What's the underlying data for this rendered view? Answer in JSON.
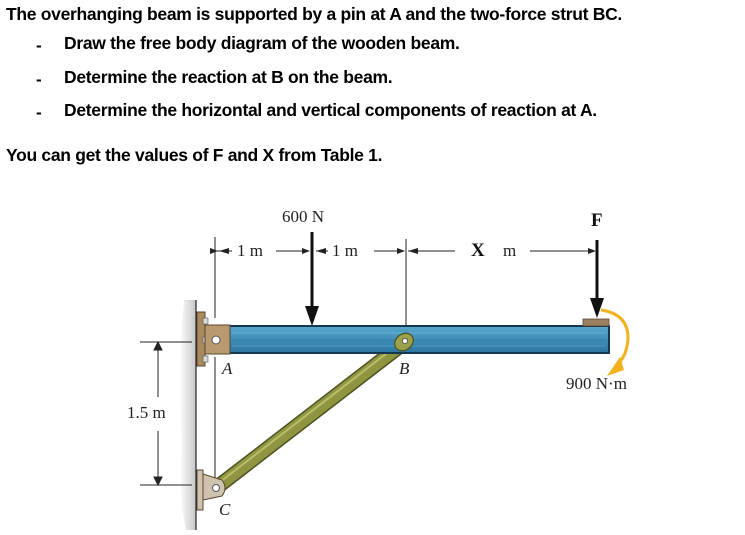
{
  "problem": {
    "intro": "The overhanging beam is supported by a pin at A and the two-force strut BC.",
    "tasks": [
      {
        "bullet": "-",
        "text": "Draw the free body diagram of the wooden beam."
      },
      {
        "bullet": "-",
        "text": "Determine the reaction at B on the beam."
      },
      {
        "bullet": "-",
        "text": "Determine the horizontal and vertical components of reaction at A."
      }
    ],
    "note": "You can get the values of F and X from Table 1."
  },
  "figure": {
    "load_600": "600 N",
    "load_F": "F",
    "dim_1": "1 m",
    "dim_2": "1 m",
    "dim_X": "X",
    "dim_X_unit": "m",
    "moment": "900 N·m",
    "height": "1.5 m",
    "point_A": "A",
    "point_B": "B",
    "point_C": "C",
    "colors": {
      "beam": "#3f8fb8",
      "beam_dark": "#1f5f85",
      "strut": "#8f9540",
      "bracket": "#b89a6e",
      "moment_arrow": "#f2b21e",
      "wall": "#d9d9d9"
    }
  }
}
